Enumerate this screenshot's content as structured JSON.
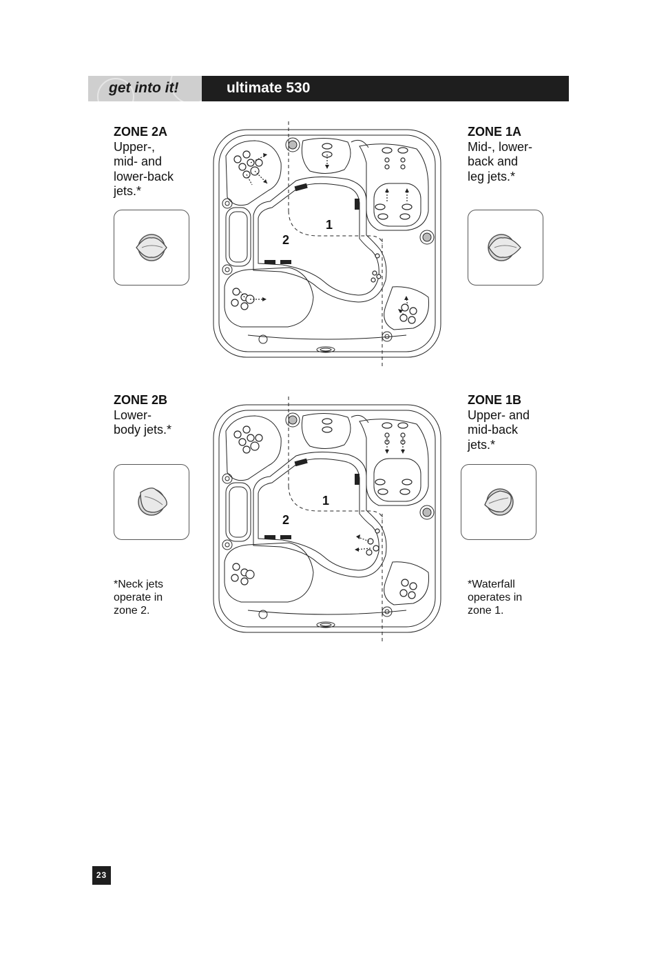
{
  "header": {
    "tab_label": "get into it!",
    "title": "ultimate 530"
  },
  "zones": {
    "zone_2a": {
      "title": "ZONE 2A",
      "description": "Upper-,\nmid- and\nlower-back\njets.*"
    },
    "zone_1a": {
      "title": "ZONE 1A",
      "description": "Mid-, lower-\nback  and\nleg jets.*"
    },
    "zone_2b": {
      "title": "ZONE 2B",
      "description": "Lower-\nbody jets.*"
    },
    "zone_1b": {
      "title": "ZONE 1B",
      "description": "Upper- and\nmid-back\njets.*"
    }
  },
  "diagram_labels": {
    "zone1": "1",
    "zone2": "2"
  },
  "notes": {
    "left": "*Neck jets\noperate in\nzone 2.",
    "right": "*Waterfall\noperates in\nzone 1."
  },
  "page_number": "23",
  "icons": {
    "knob": "diverter-knob-icon",
    "tub": "spa-top-view-diagram"
  }
}
